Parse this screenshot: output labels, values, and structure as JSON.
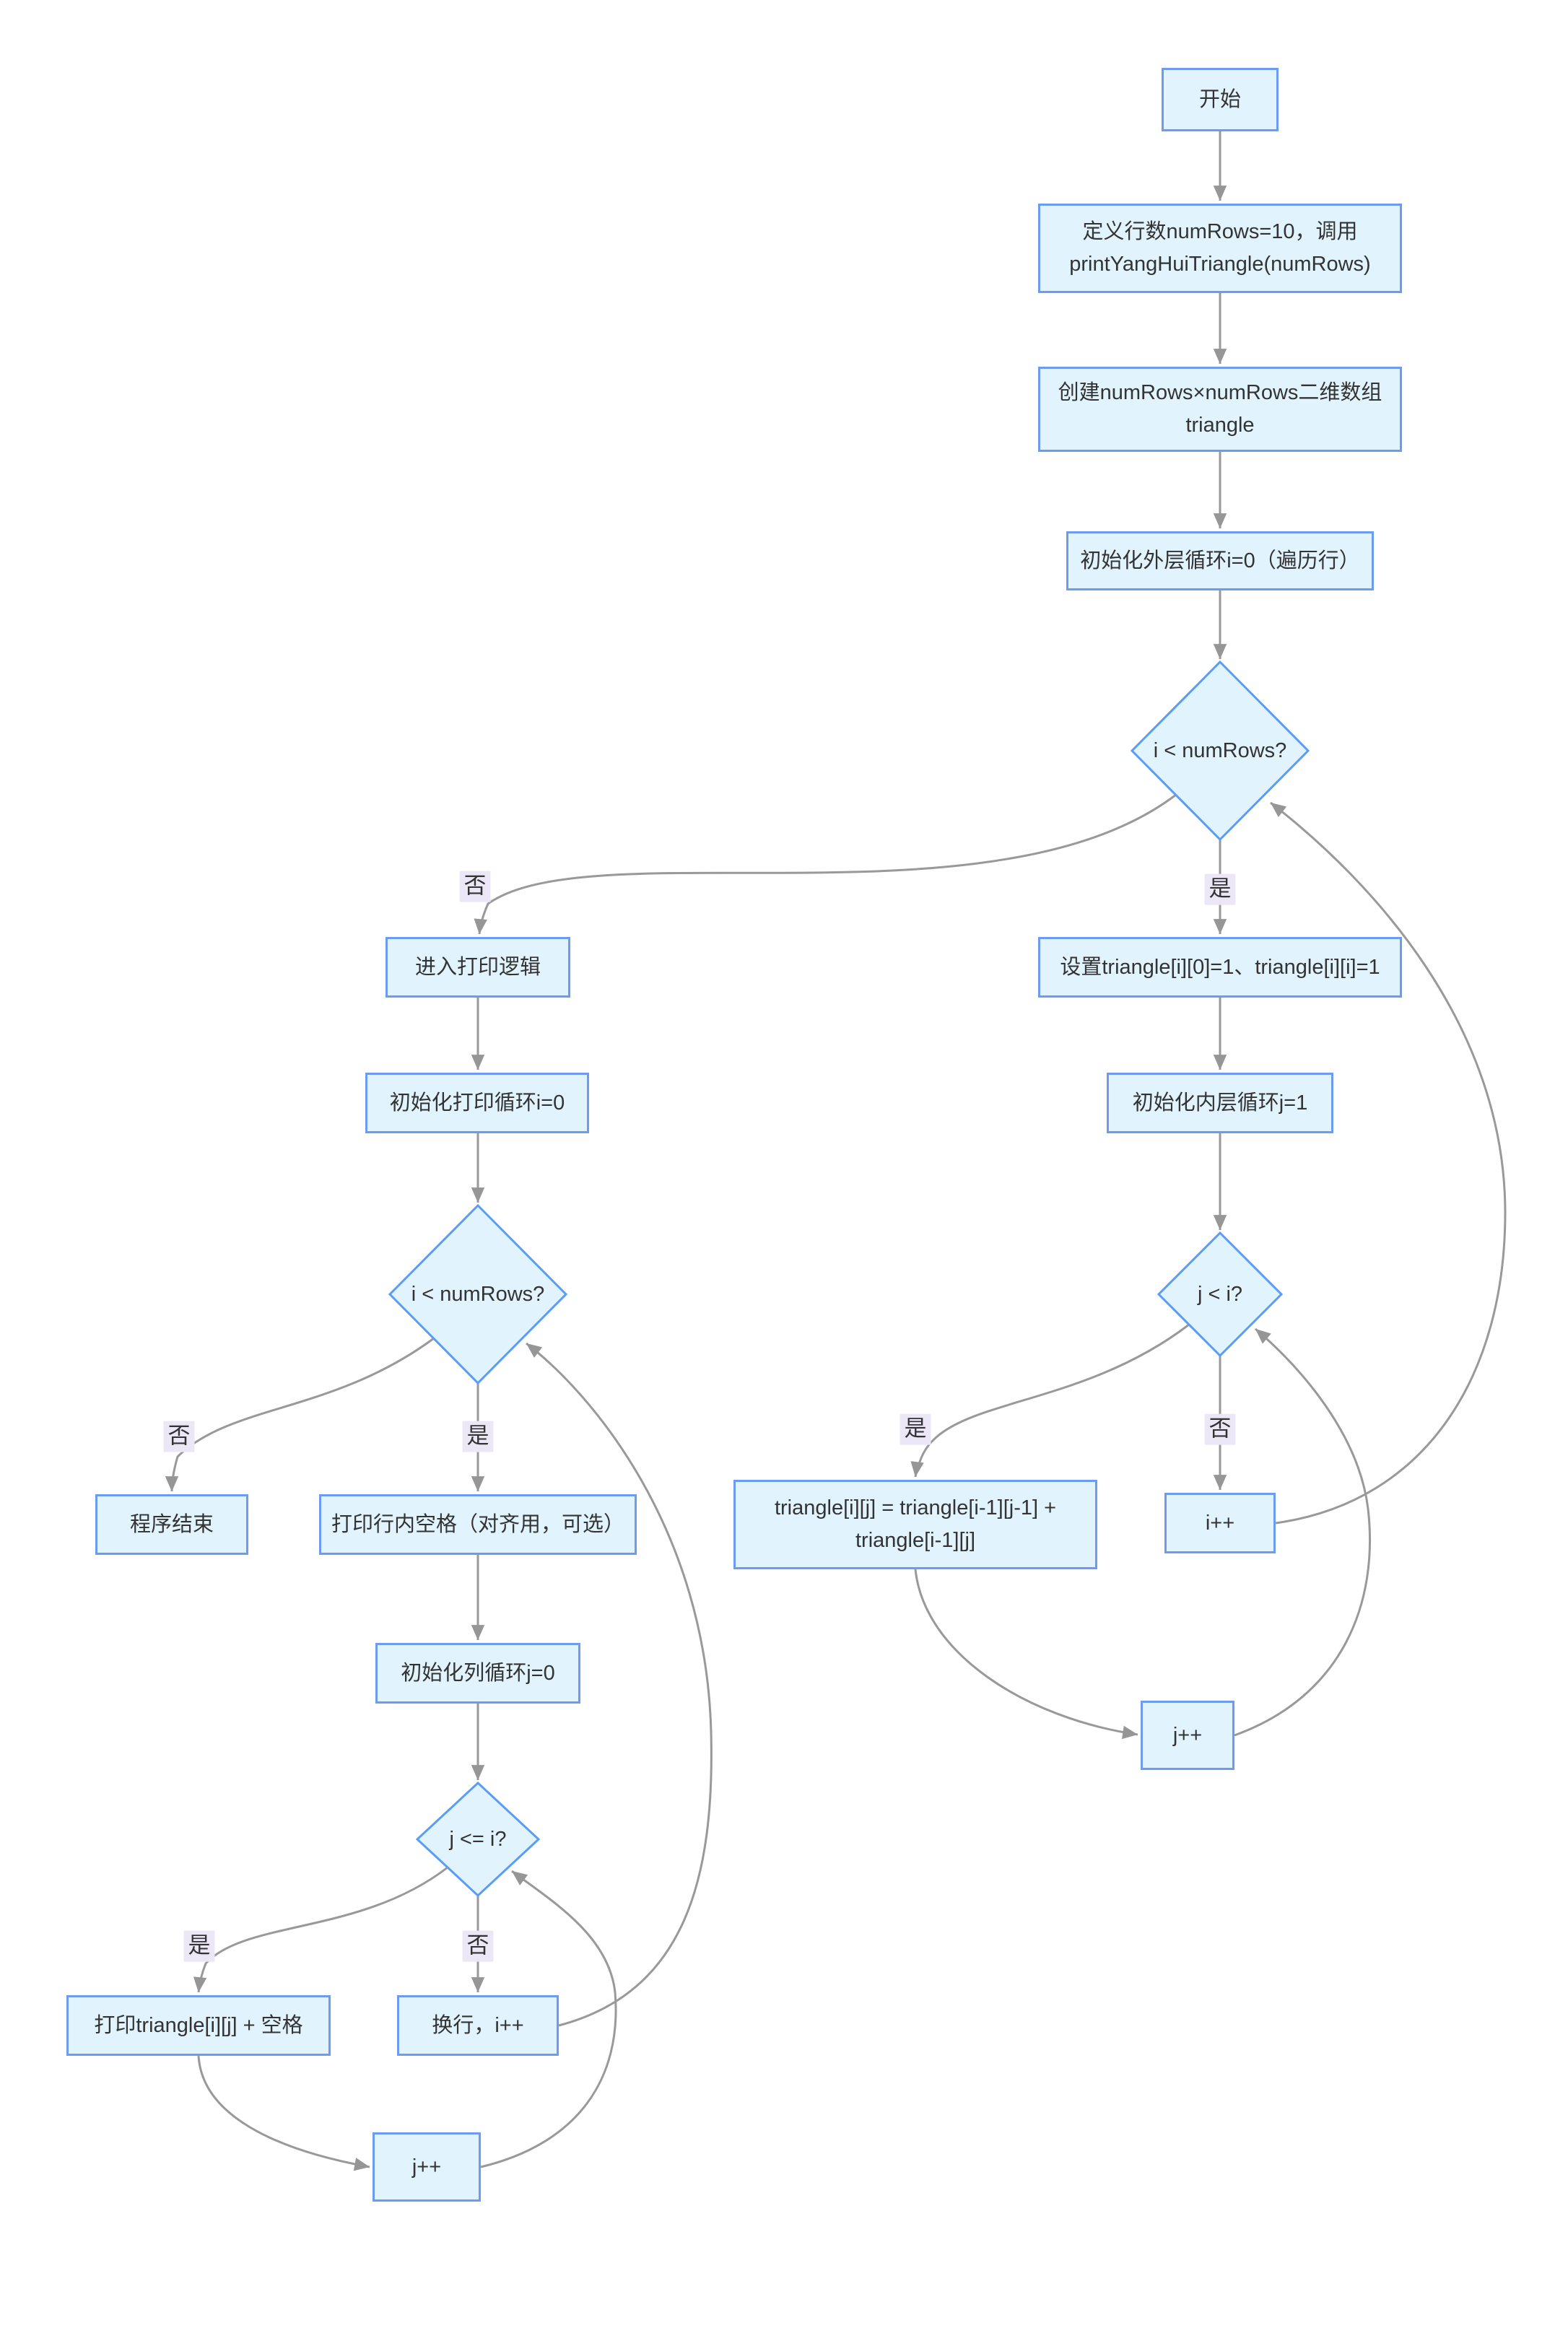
{
  "diagram": {
    "type": "flowchart",
    "edge_labels": {
      "yes": "是",
      "no": "否"
    },
    "nodes": {
      "start": {
        "label": "开始"
      },
      "define_rows": {
        "label": "定义行数numRows=10，调用 printYangHuiTriangle(numRows)"
      },
      "create_array": {
        "label": "创建numRows×numRows二维数组 triangle"
      },
      "init_outer": {
        "label": "初始化外层循环i=0（遍历行）"
      },
      "cond_outer": {
        "label": "i < numRows?"
      },
      "set_edges": {
        "label": "设置triangle[i][0]=1、triangle[i][i]=1"
      },
      "init_inner": {
        "label": "初始化内层循环j=1"
      },
      "cond_inner": {
        "label": "j < i?"
      },
      "calc_cell": {
        "label": "triangle[i][j] = triangle[i-1][j-1] + triangle[i-1][j]"
      },
      "inc_i_right": {
        "label": "i++"
      },
      "inc_j_right": {
        "label": "j++"
      },
      "enter_print": {
        "label": "进入打印逻辑"
      },
      "init_print": {
        "label": "初始化打印循环i=0"
      },
      "cond_print": {
        "label": "i < numRows?"
      },
      "end": {
        "label": "程序结束"
      },
      "print_spaces": {
        "label": "打印行内空格（对齐用，可选）"
      },
      "init_col": {
        "label": "初始化列循环j=0"
      },
      "cond_col": {
        "label": "j <= i?"
      },
      "print_cell": {
        "label": "打印triangle[i][j] + 空格"
      },
      "newline_inc_i": {
        "label": "换行，i++"
      },
      "inc_j_bottom": {
        "label": "j++"
      }
    },
    "colors": {
      "node_fill": "#e1f3fd",
      "node_border": "#6b9cf0",
      "decision_border": "#5b9df5",
      "edge": "#999999",
      "edge_label_bg": "#ece7f6",
      "text": "#333333"
    }
  }
}
